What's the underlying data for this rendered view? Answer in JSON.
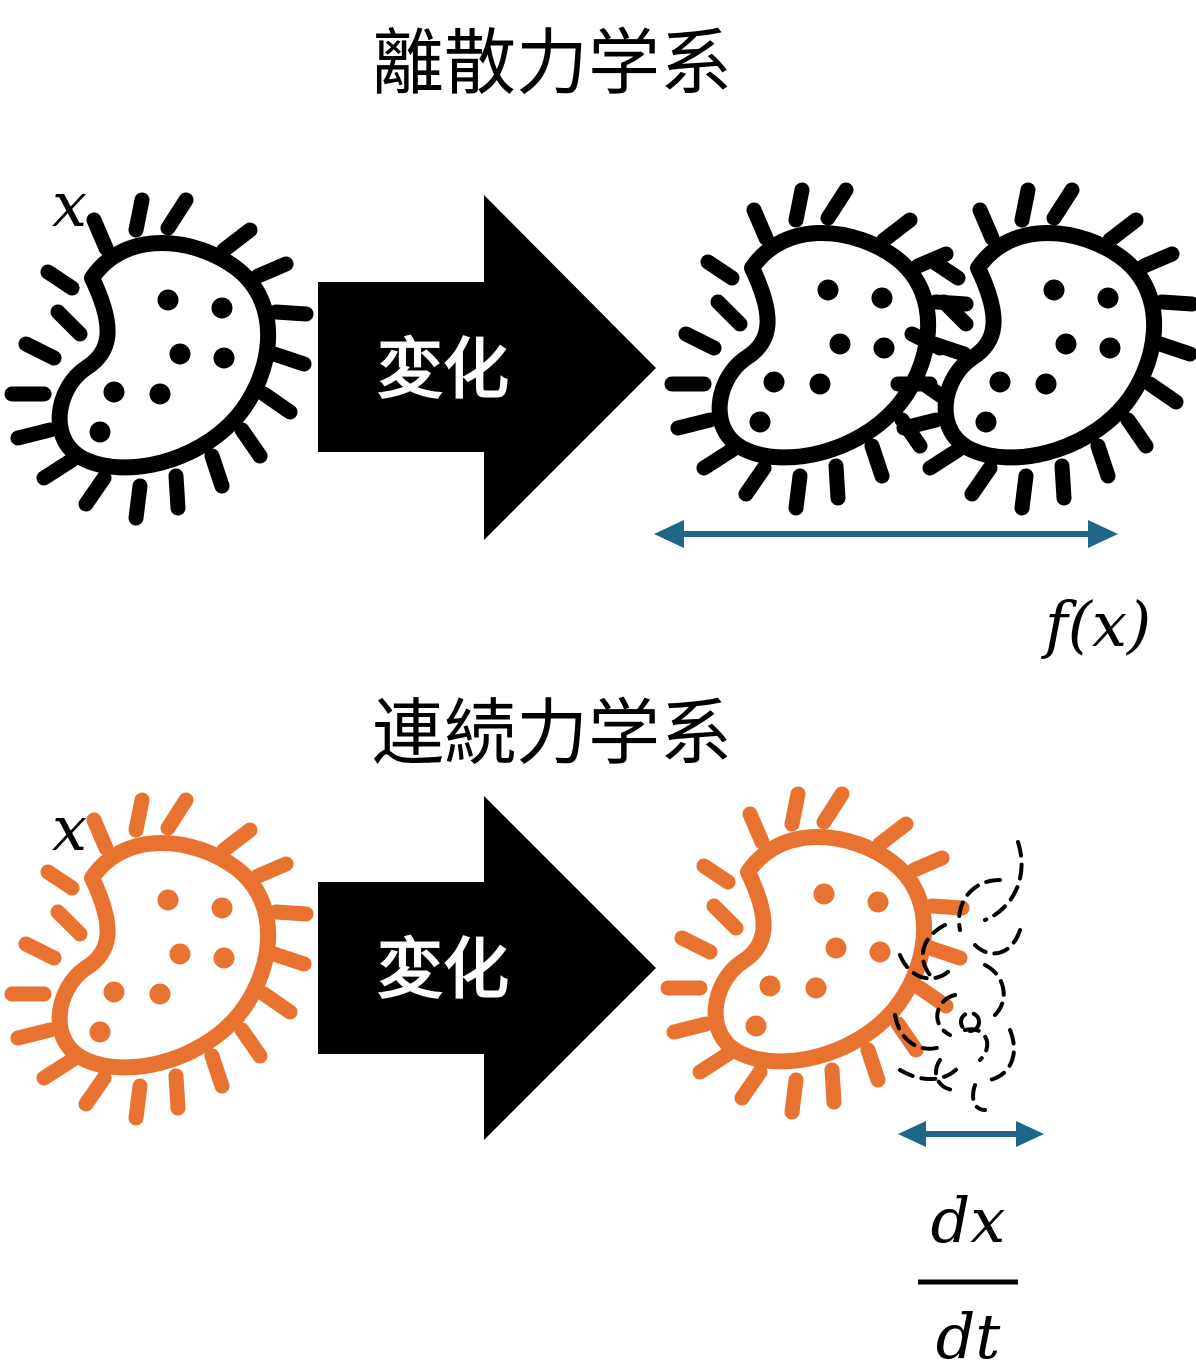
{
  "discrete": {
    "title": "離散力学系",
    "input_label": "x",
    "arrow_label": "変化",
    "output_label": "f(x)"
  },
  "continuous": {
    "title": "連続力学系",
    "input_label": "x",
    "arrow_label": "変化",
    "rate_numerator": "dx",
    "rate_denominator": "dt"
  },
  "colors": {
    "discrete_bacteria": "#000000",
    "continuous_bacteria": "#E87330",
    "measure_arrow": "#1F6688",
    "change_arrow": "#000000"
  },
  "icons": {
    "organism": "bacterium-icon",
    "dispersal": "dashed-fragments-icon"
  }
}
